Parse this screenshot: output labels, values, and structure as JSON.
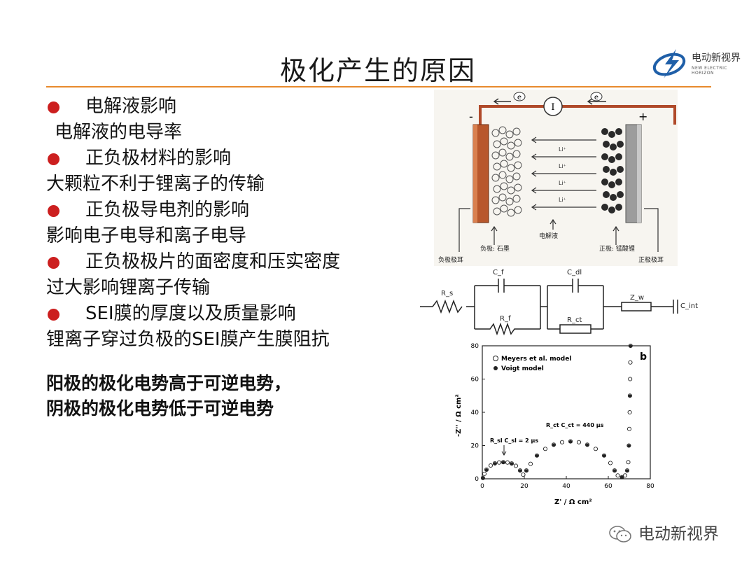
{
  "slide": {
    "title": "极化产生的原因"
  },
  "logo": {
    "brand_cn": "电动新视界",
    "brand_en": "NEW ELECTRIC HORIZON"
  },
  "bullets": [
    {
      "kind": "bullet",
      "text": "电解液影响"
    },
    {
      "kind": "sub-indent",
      "text": "电解液的电导率"
    },
    {
      "kind": "bullet",
      "text": "正负极材料的影响"
    },
    {
      "kind": "sub",
      "text": "大颗粒不利于锂离子的传输"
    },
    {
      "kind": "bullet",
      "text": "正负极导电剂的影响"
    },
    {
      "kind": "sub",
      "text": "影响电子电导和离子电导"
    },
    {
      "kind": "bullet",
      "text": "正负极极片的面密度和压实密度"
    },
    {
      "kind": "sub",
      "text": "过大影响锂离子传输"
    },
    {
      "kind": "bullet",
      "text": "SEI膜的厚度以及质量影响"
    },
    {
      "kind": "sub",
      "text": "锂离子穿过负极的SEI膜产生膜阻抗"
    }
  ],
  "conclusion": {
    "line1": "阳极的极化电势高于可逆电势，",
    "line2": "阴极的极化电势低于可逆电势"
  },
  "battery_figure": {
    "electron_label": "e",
    "meter_label": "I",
    "minus": "-",
    "plus": "+",
    "ion_label": "Li⁺",
    "anode_label": "负极: 石墨",
    "electrolyte_label": "电解液",
    "cathode_label": "正极: 锰酸锂",
    "neg_tab_label": "负极极耳",
    "pos_tab_label": "正极极耳"
  },
  "circuit_figure": {
    "rs": "R_s",
    "cf": "C_f",
    "rf": "R_f",
    "cdl": "C_dl",
    "rct": "R_ct",
    "zw": "Z_w",
    "cint": "C_int"
  },
  "nyquist_figure": {
    "panel_label": "b",
    "legend": [
      "Meyers et al. model",
      "Voigt model"
    ],
    "annotation_sei": "R_sl C_sl = 2 μs",
    "annotation_ct": "R_ct C_ct = 440 μs",
    "xlabel": "Z' / Ω cm²",
    "ylabel": "-Z'' / Ω cm²"
  },
  "chart_data": {
    "type": "scatter",
    "xlim": [
      0,
      80
    ],
    "ylim": [
      0,
      80
    ],
    "xticks": [
      0,
      20,
      40,
      60,
      80
    ],
    "yticks": [
      0,
      20,
      40,
      60,
      80
    ],
    "xlabel": "Z' / Ω cm²",
    "ylabel": "-Z'' / Ω cm²",
    "legend_position": "top-left",
    "series": [
      {
        "name": "Meyers et al. model",
        "marker": "open-circle",
        "points": [
          [
            0.3,
            0.5
          ],
          [
            1,
            3
          ],
          [
            2,
            5.5
          ],
          [
            4,
            8
          ],
          [
            6,
            9.3
          ],
          [
            8,
            9.8
          ],
          [
            10,
            10
          ],
          [
            12,
            9.8
          ],
          [
            14,
            9.2
          ],
          [
            16,
            7.8
          ],
          [
            18,
            5
          ],
          [
            19.5,
            2.5
          ],
          [
            21,
            5
          ],
          [
            23,
            9
          ],
          [
            26,
            14
          ],
          [
            30,
            18
          ],
          [
            34,
            20.5
          ],
          [
            38,
            22
          ],
          [
            42,
            22.5
          ],
          [
            46,
            22
          ],
          [
            50,
            20.5
          ],
          [
            54,
            18
          ],
          [
            58,
            14
          ],
          [
            61,
            9.5
          ],
          [
            63,
            5
          ],
          [
            64.5,
            2
          ],
          [
            66.5,
            1
          ],
          [
            68,
            2
          ],
          [
            69,
            5
          ],
          [
            69.5,
            10
          ],
          [
            69.8,
            20
          ],
          [
            70,
            30
          ],
          [
            70.2,
            40
          ],
          [
            70.3,
            50
          ],
          [
            70.4,
            60
          ],
          [
            70.5,
            70
          ],
          [
            70.6,
            80
          ]
        ]
      },
      {
        "name": "Voigt model",
        "marker": "filled-circle",
        "points": [
          [
            0.3,
            0.4
          ],
          [
            2,
            5.3
          ],
          [
            6,
            9.1
          ],
          [
            10,
            9.8
          ],
          [
            14,
            9
          ],
          [
            18,
            4.8
          ],
          [
            21,
            4.8
          ],
          [
            26,
            13.8
          ],
          [
            34,
            20.3
          ],
          [
            42,
            22.3
          ],
          [
            50,
            20.3
          ],
          [
            58,
            13.8
          ],
          [
            63,
            4.8
          ],
          [
            66.5,
            0.9
          ],
          [
            69,
            4.8
          ],
          [
            69.8,
            19.8
          ],
          [
            70.3,
            49.8
          ],
          [
            70.6,
            79.8
          ]
        ]
      }
    ],
    "annotations": [
      {
        "text": "R_sl C_sl = 2 μs",
        "x": 10,
        "y": 10
      },
      {
        "text": "R_ct C_ct = 440 μs",
        "x": 42,
        "y": 22.5
      }
    ]
  },
  "watermark": {
    "text": "电动新视界"
  },
  "colors": {
    "title_rule": "#e88a2d",
    "bullet_dot": "#cc1f1f",
    "anode_plate": "#b8572c",
    "cathode_plate": "#9c9c9c",
    "wire": "#b04a2a"
  }
}
